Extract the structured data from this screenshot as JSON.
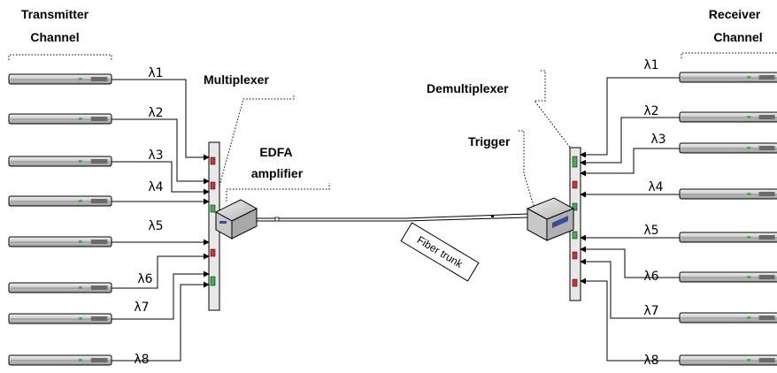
{
  "labels": {
    "transmitter_line1": "Transmitter",
    "transmitter_line2": "Channel",
    "receiver_line1": "Receiver",
    "receiver_line2": "Channel",
    "multiplexer": "Multiplexer",
    "demultiplexer": "Demultiplexer",
    "edfa_line1": "EDFA",
    "edfa_line2": "amplifier",
    "trigger": "Trigger",
    "fiber_trunk": "Fiber trunk"
  },
  "tx_wavelengths": [
    "λ1",
    "λ2",
    "λ3",
    "λ4",
    "λ5",
    "λ6",
    "λ7",
    "λ8"
  ],
  "rx_wavelengths": [
    "λ1",
    "λ2",
    "λ3",
    "λ4",
    "λ5",
    "λ6",
    "λ7",
    "λ8"
  ],
  "colors": {
    "device_body": "#dcdcdc",
    "led_green": "#3cb44b",
    "led_red": "#d9302c",
    "port_red": "#c0392b",
    "panel": "#e8e8e8"
  }
}
